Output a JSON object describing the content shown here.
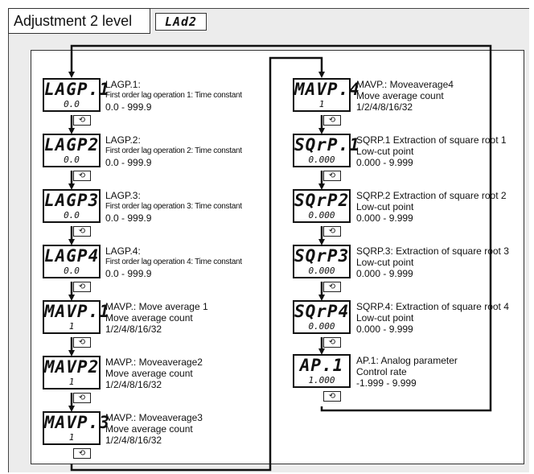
{
  "header": {
    "title": "Adjustment 2 level",
    "segment_code": "LAd2"
  },
  "key_icon": "mode-key-icon",
  "left_column": [
    {
      "seg": "LAGP.1",
      "seg_value": "0.0",
      "name": "LAGP.1:",
      "line2": "First order lag operation 1: Time constant",
      "range": "0.0 - 999.9"
    },
    {
      "seg": "LAGP2",
      "seg_value": "0.0",
      "name": "LAGP.2:",
      "line2": "First order lag operation 2: Time constant",
      "range": "0.0 - 999.9"
    },
    {
      "seg": "LAGP3",
      "seg_value": "0.0",
      "name": "LAGP.3:",
      "line2": "First order lag operation 3: Time constant",
      "range": "0.0 - 999.9"
    },
    {
      "seg": "LAGP4",
      "seg_value": "0.0",
      "name": "LAGP.4:",
      "line2": "First order lag operation 4: Time constant",
      "range": "0.0 - 999.9"
    },
    {
      "seg": "MAVP.1",
      "seg_value": "1",
      "name": "MAVP.: Move average 1",
      "line2": "Move average count",
      "range": "1/2/4/8/16/32"
    },
    {
      "seg": "MAVP2",
      "seg_value": "1",
      "name": "MAVP.: Moveaverage2",
      "line2": "Move average count",
      "range": "1/2/4/8/16/32"
    },
    {
      "seg": "MAVP.3",
      "seg_value": "1",
      "name": "MAVP.: Moveaverage3",
      "line2": "Move average count",
      "range": "1/2/4/8/16/32"
    }
  ],
  "right_column": [
    {
      "seg": "MAVP.4",
      "seg_value": "1",
      "name": "MAVP.: Moveaverage4",
      "line2": "Move average count",
      "range": "1/2/4/8/16/32"
    },
    {
      "seg": "SQrP.1",
      "seg_value": "0.000",
      "name": "SQRP.1 Extraction of square root 1",
      "line2": "Low-cut point",
      "range": "0.000 - 9.999"
    },
    {
      "seg": "SQrP2",
      "seg_value": "0.000",
      "name": "SQRP.2 Extraction of square root 2",
      "line2": "Low-cut point",
      "range": "0.000 - 9.999"
    },
    {
      "seg": "SQrP3",
      "seg_value": "0.000",
      "name": "SQRP.3: Extraction of square root 3",
      "line2": "Low-cut point",
      "range": "0.000 - 9.999"
    },
    {
      "seg": "SQrP4",
      "seg_value": "0.000",
      "name": "SQRP.4: Extraction of square root 4",
      "line2": "Low-cut point",
      "range": "0.000 - 9.999"
    },
    {
      "seg": "AP.1",
      "seg_value": "1.000",
      "name": "AP.1: Analog parameter",
      "line2": "Control rate",
      "range": "-1.999 - 9.999"
    }
  ]
}
